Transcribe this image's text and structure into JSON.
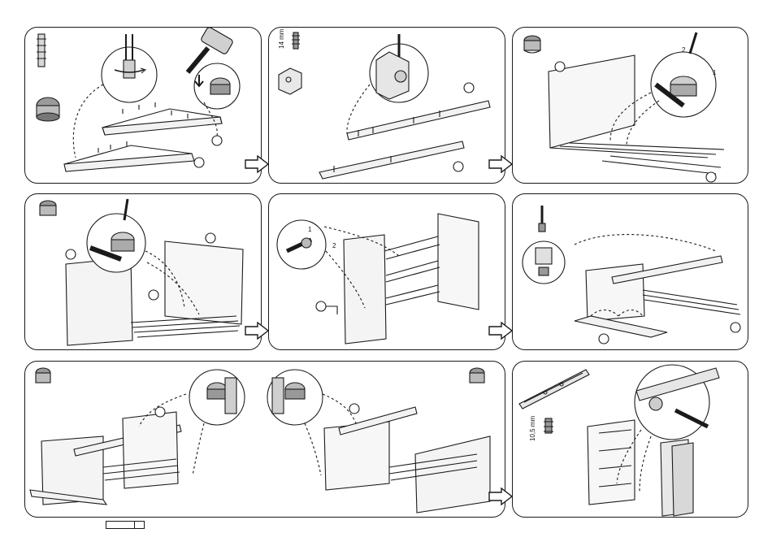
{
  "labels": {
    "screw_length_a": "14 mm",
    "screw_length_b": "10,5 mm",
    "rotation_1": "1",
    "rotation_2": "2"
  },
  "icons": {
    "cam_lock": "cam-lock-icon",
    "next_step": "next-step-arrow-icon",
    "screwdriver": "screwdriver-icon",
    "hammer": "hammer-icon"
  },
  "colors": {
    "line": "#1a1a1a",
    "paper": "#ffffff",
    "shade": "#8a8a8a"
  }
}
